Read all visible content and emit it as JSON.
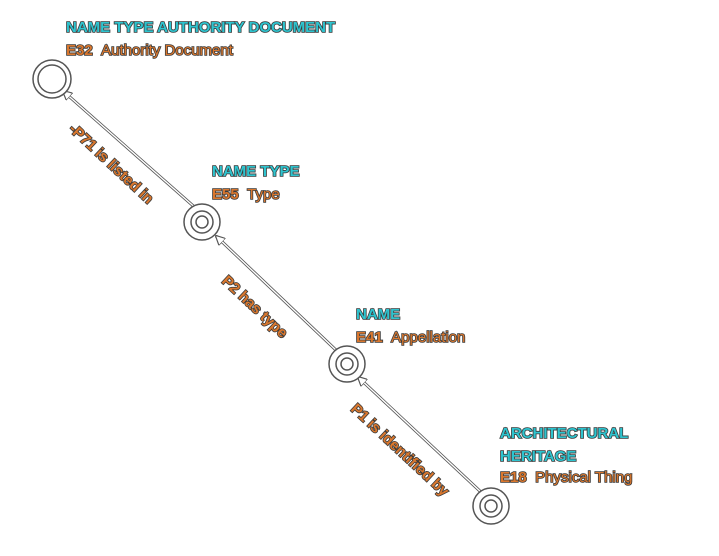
{
  "nodes": [
    {
      "title": "NAME TYPE AUTHORITY DOCUMENT",
      "code": "E32",
      "class_name": "Authority Document"
    },
    {
      "title": "NAME TYPE",
      "code": "E55",
      "class_name": "Type"
    },
    {
      "title": "NAME",
      "code": "E41",
      "class_name": "Appellation"
    },
    {
      "title_lines": [
        "ARCHITECTURAL",
        "HERITAGE"
      ],
      "code": "E18",
      "class_name": "Physical Thing"
    }
  ],
  "edges": [
    {
      "label": "-P71 is listed in"
    },
    {
      "label": "P2 has type"
    },
    {
      "label": "P1 is identified by"
    }
  ],
  "colors": {
    "title": "#2ec4cf",
    "code": "#d9772e",
    "outline": "#3a3a3a",
    "line": "#555555"
  }
}
